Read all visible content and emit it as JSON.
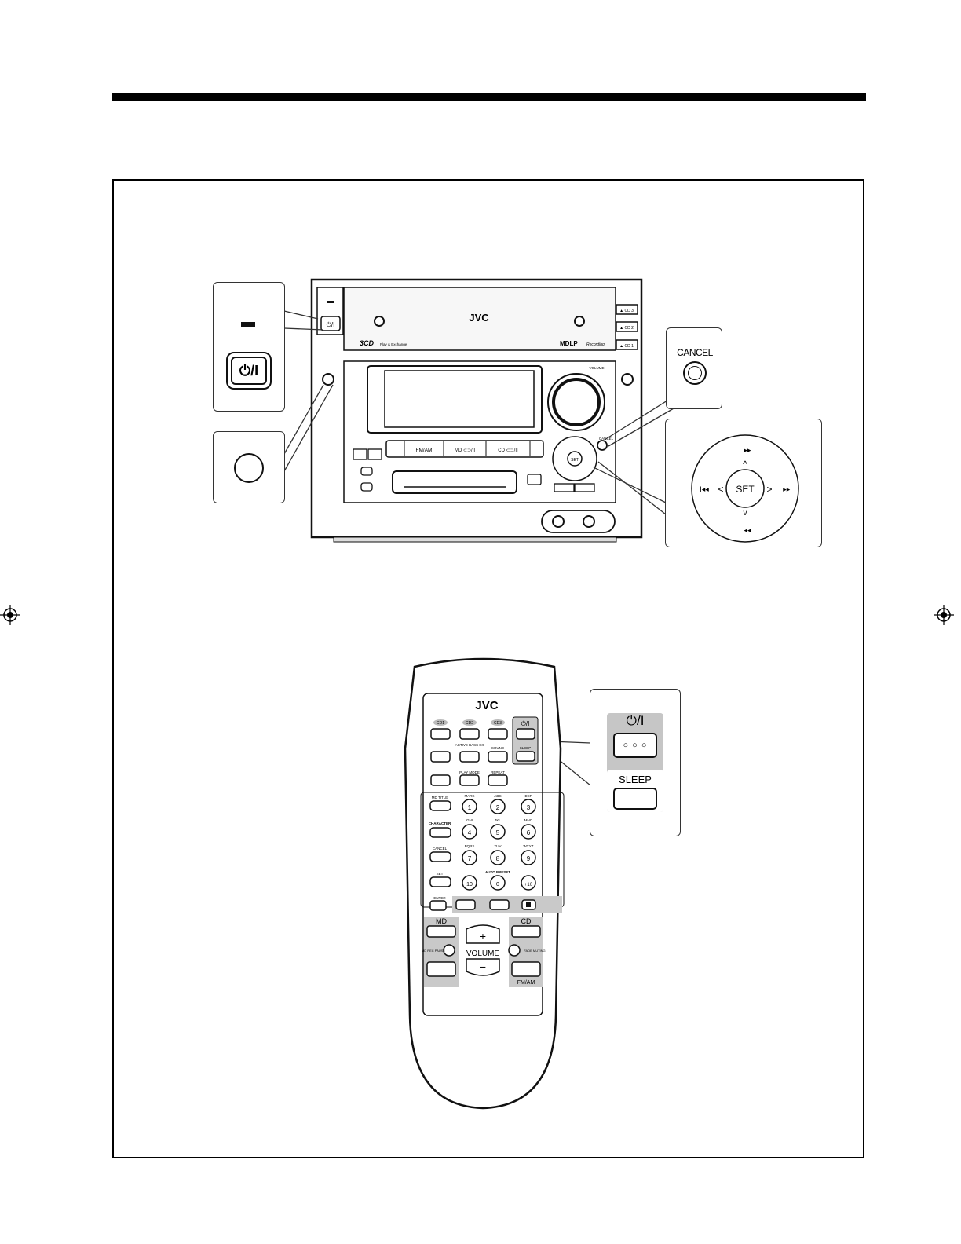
{
  "unit": {
    "brand": "JVC",
    "disc_logo": "3CD",
    "disc_sub": "Play & Exchange",
    "md_logo": "MDLP",
    "md_sub": "Recording",
    "disc_trays": [
      "▲ CD 3",
      "▲ CD 2",
      "▲ CD 1"
    ],
    "volume_label": "VOLUME",
    "cancel_small": "CANCEL",
    "source_buttons": [
      "FM/AM",
      "MD ⊂⊃/II",
      "CD ⊂⊃/II"
    ],
    "set_small": "SET"
  },
  "callouts": {
    "power_symbol": "⏻/I",
    "cancel_label": "CANCEL",
    "nav_set": "SET",
    "nav_up": "▸▸",
    "nav_down": "◂◂",
    "nav_left": "I◂◂",
    "nav_right": "▸▸I",
    "nav_caret_up": "^",
    "nav_caret_down": "v",
    "nav_caret_left": "<",
    "nav_caret_right": ">",
    "remote_power": "⏻/I",
    "remote_dots": "○ ○ ○",
    "remote_sleep": "SLEEP"
  },
  "remote": {
    "brand": "JVC",
    "cd_keys": [
      "CD1",
      "CD2",
      "CD3"
    ],
    "power": "⏻/I",
    "sleep": "SLEEP",
    "row2": [
      "ACTIVE BASS EX",
      "SOUND"
    ],
    "row3": [
      "PLAY MODE",
      "REPEAT"
    ],
    "md_title": "MD TITLE",
    "side_keys": [
      "CHARACTER",
      "CANCEL",
      "SET",
      "ENTER"
    ],
    "num_letters": [
      "MARK",
      "ABC",
      "DEF",
      "GHI",
      "JKL",
      "MNO",
      "PQRS",
      "TUV",
      "WXYZ"
    ],
    "num_keys": [
      "1",
      "2",
      "3",
      "4",
      "5",
      "6",
      "7",
      "8",
      "9",
      "10",
      "0",
      "+10"
    ],
    "auto_preset": "AUTO PRESET",
    "md_label": "MD",
    "cd_label": "CD",
    "volume": "VOLUME",
    "md_rec_pause": "MD REC PAUSE",
    "fade_muting": "FADE MUTING",
    "fm_am": "FM/AM"
  }
}
